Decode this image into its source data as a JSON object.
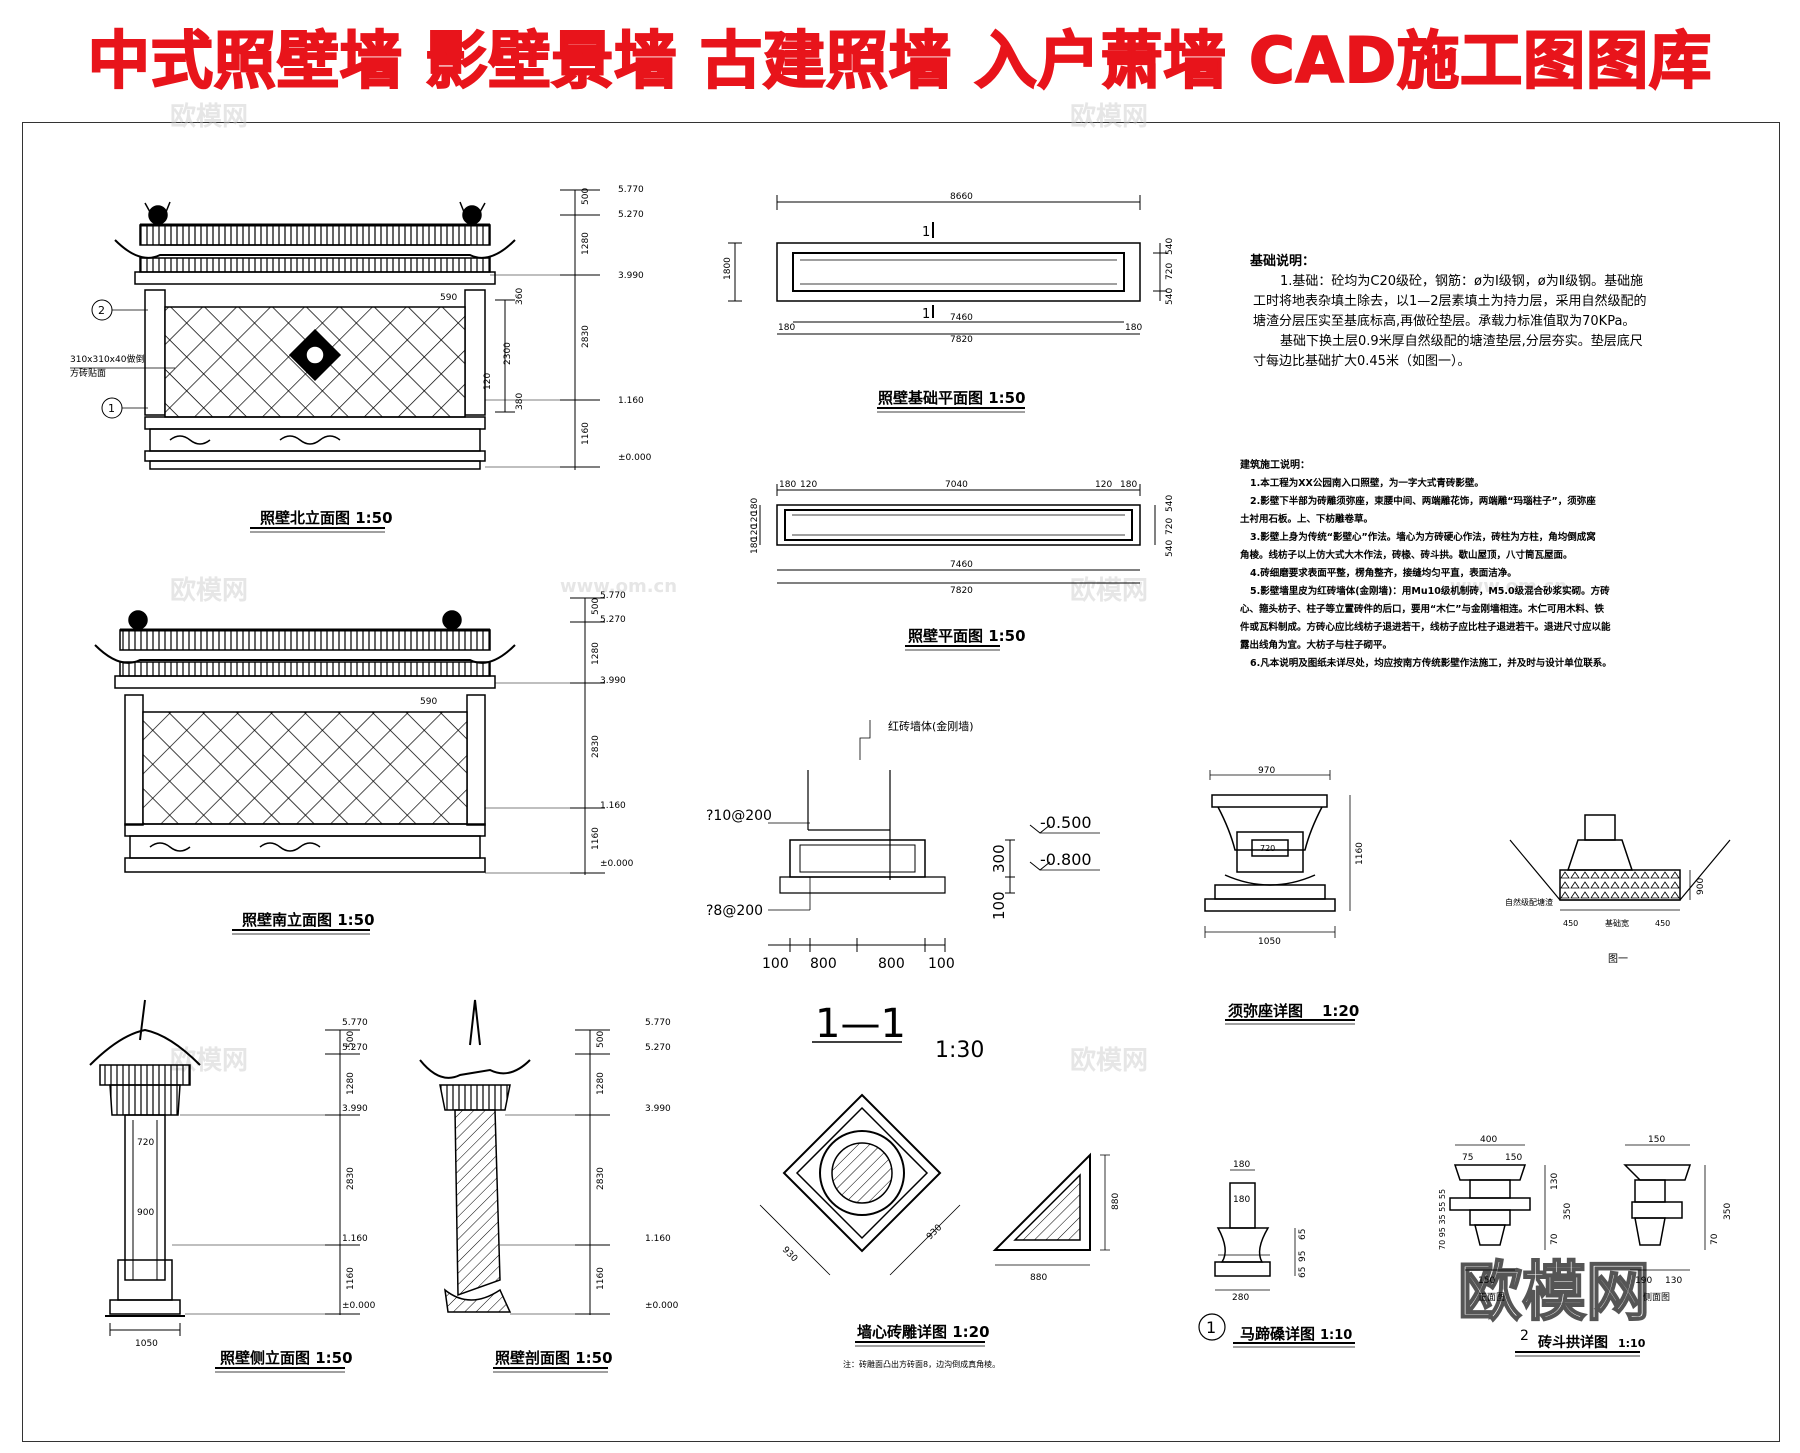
{
  "banner": {
    "title": "中式照壁墙 影壁景墙 古建照墙 入户萧墙 CAD施工图图库"
  },
  "watermark": {
    "text": "欧模网",
    "url": "www.om.cn",
    "big": "欧模网"
  },
  "colors": {
    "banner_red": "#e8141b",
    "line": "#000000"
  },
  "titles": {
    "north": "照壁北立面图 1:50",
    "south": "照壁南立面图 1:50",
    "side": "照壁侧立面图 1:50",
    "section": "照壁剖面图 1:50",
    "foundation_plan": "照壁基础平面图 1:50",
    "plan": "照壁平面图 1:50",
    "section11": "1—1",
    "section11_scale": "1:30",
    "carving": "墙心砖雕详图 1:20",
    "carving_note": "注：砖雕面凸出方砖面8，边沟倒成真角棱。",
    "xumi": "须弥座详图",
    "xumi_scale": "1:20",
    "mati": "马蹄磉详图",
    "mati_scale": "1:10",
    "mati_num": "1",
    "dougong": "砖斗拱详图",
    "dougong_scale": "1:10",
    "dougong_num": "2",
    "fig1": "图一"
  },
  "north_elev": {
    "elev_labels": [
      "5.770",
      "5.270",
      "3.990",
      "1.160",
      "±0.000"
    ],
    "dims": [
      "500",
      "1280",
      "2830",
      "1160"
    ],
    "inner_dims": [
      "590",
      "360",
      "2300",
      "120",
      "380"
    ],
    "callout_2": "2",
    "callout_1": "1",
    "note_a": "310x310x40做倒",
    "note_b": "方砖贴面"
  },
  "south_elev": {
    "elev_labels": [
      "5.770",
      "5.270",
      "3.990",
      "1.160",
      "±0.000"
    ],
    "dims": [
      "500",
      "1280",
      "2830",
      "1160"
    ],
    "inner_dim": "590"
  },
  "side_elev": {
    "elev_labels": [
      "5.770",
      "5.270",
      "3.990",
      "1.160",
      "±0.000"
    ],
    "dims": [
      "500",
      "1280",
      "2830",
      "1160"
    ],
    "inner_dims": [
      "720",
      "900"
    ],
    "bottom_dim": "1050"
  },
  "section_elev": {
    "elev_labels": [
      "5.770",
      "5.270",
      "3.990",
      "1.160",
      "±0.000"
    ],
    "dims": [
      "500",
      "1280",
      "2830",
      "1160"
    ]
  },
  "foundation_plan": {
    "top_dim": "8660",
    "left_dim": "1800",
    "right_dims": [
      "540",
      "720",
      "540"
    ],
    "bottom_dims": [
      "7460",
      "7820"
    ],
    "small_dims": [
      "180",
      "180"
    ],
    "cut_label": "1"
  },
  "plan": {
    "top_dims": [
      "180",
      "120",
      "7040",
      "120",
      "180"
    ],
    "bottom_dims": [
      "7460",
      "7820"
    ],
    "right_dims": [
      "540",
      "720",
      "540"
    ],
    "left_dims": [
      "180",
      "120",
      "120",
      "180"
    ]
  },
  "section11": {
    "wall_label": "红砖墙体(金刚墙)",
    "rebar1": "?10@200",
    "rebar2": "?8@200",
    "levels": [
      "-0.500",
      "-0.800"
    ],
    "vdims": [
      "300",
      "100"
    ],
    "hdims": [
      "100",
      "800",
      "800",
      "100"
    ]
  },
  "carving": {
    "diamond_dims": [
      "930",
      "930"
    ],
    "tri_dims": [
      "880",
      "880"
    ]
  },
  "xumi": {
    "top_dim": "970",
    "bottom_dim": "1050",
    "inner": "720",
    "right_dims": [
      "1160"
    ]
  },
  "fig1": {
    "label": "自然级配塘渣",
    "dims": [
      "450",
      "基础宽",
      "450"
    ],
    "vdim": "900"
  },
  "mati": {
    "dims": [
      "180",
      "180",
      "280"
    ],
    "side_dims": [
      "65",
      "95",
      "65"
    ]
  },
  "dougong": {
    "dims": [
      "400",
      "150",
      "150",
      "190",
      "130",
      "75",
      "150"
    ],
    "vdims": [
      "130",
      "70",
      "350",
      "70",
      "350"
    ],
    "left_stack": "70 95 35 55 55",
    "label_a": "正面图",
    "label_b": "侧面图"
  },
  "notes": {
    "foundation_title": "基础说明：",
    "foundation_lines": [
      "1.基础：砼均为C20级砼，钢筋：ø为Ⅰ级钢，ø为Ⅱ级钢。基础施",
      "工时将地表杂填土除去，以1—2层素填土为持力层，采用自然级配的",
      "塘渣分层压实至基底标高,再做砼垫层。承载力标准值取为70KPa。",
      "基础下换土层0.9米厚自然级配的塘渣垫层,分层夯实。垫层底尺",
      "寸每边比基础扩大0.45米（如图一）。"
    ],
    "build_title": "建筑施工说明：",
    "build_lines": [
      "1.本工程为XX公园南入口照壁，为一字大式青砖影壁。",
      "2.影壁下半部为砖雕须弥座，束腰中间、两端雕花饰，两端雕“玛瑙柱子”，须弥座",
      "土衬用石板。上、下枋雕卷草。",
      "3.影壁上身为传统“影壁心”作法。墙心为方砖硬心作法，砖柱为方柱，角均倒成窝",
      "角棱。线枋子以上仿大式大木作法，砖椽、砖斗拱。歇山屋顶，八寸筒瓦屋面。",
      "4.砖细磨要求表面平整，楞角整齐，接缝均匀平直，表面洁净。",
      "5.影壁墙里皮为红砖墙体(金刚墙)：用Mu10级机制砖，M5.0级混合砂浆实砌。方砖",
      "心、箍头枋子、柱子等立置砖件的后口，要用“木仁”与金刚墙相连。木仁可用木料、铁",
      "件或瓦料制成。方砖心应比线枋子退进若干，线枋子应比柱子退进若干。退进尺寸应以能",
      "露出线角为宜。大枋子与柱子砌平。",
      "6.凡本说明及图纸未详尽处，均应按南方传统影壁作法施工，并及时与设计单位联系。"
    ]
  }
}
